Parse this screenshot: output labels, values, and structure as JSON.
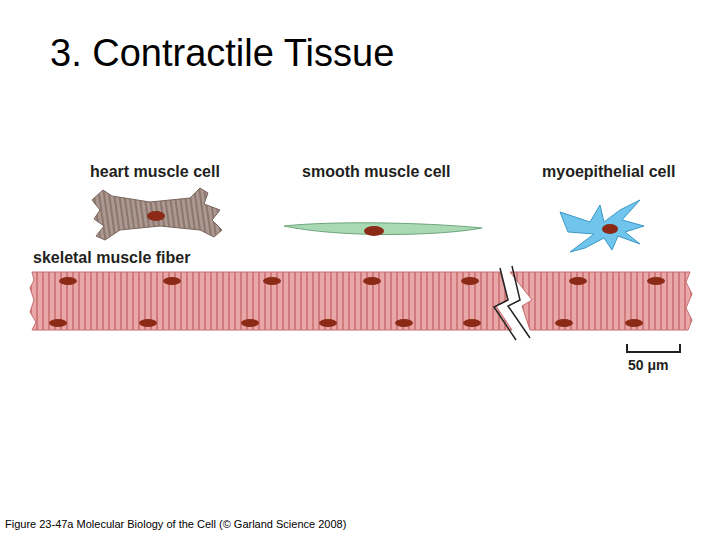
{
  "diagram": {
    "title": "3. Contractile Tissue",
    "caption": "Figure 23-47a Molecular Biology of the Cell (© Garland Science 2008)",
    "labels": [
      "heart muscle cell",
      "smooth muscle cell",
      "myoepithelial cell",
      "skeletal muscle fiber",
      "50 μm"
    ]
  }
}
